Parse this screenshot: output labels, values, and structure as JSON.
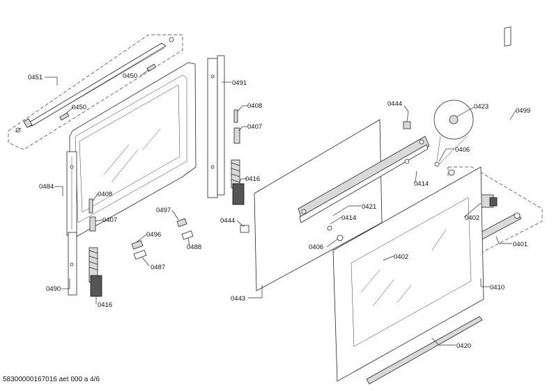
{
  "footer": {
    "text": "58300000167016 aet 000 a 4/6"
  },
  "labels": {
    "l0451": "0451",
    "l0450a": "0450",
    "l0450b": "0450",
    "l0491": "0491",
    "l0408a": "0408",
    "l0407a": "0407",
    "l0416a": "0416",
    "l0484": "0484",
    "l0408b": "0408",
    "l0407b": "0407",
    "l0490": "0490",
    "l0416b": "0416",
    "l0497": "0497",
    "l0496": "0496",
    "l0488": "0488",
    "l0487": "0487",
    "l0444a": "0444",
    "l0443": "0443",
    "l0444b": "0444",
    "l0423": "0423",
    "l0499": "0499",
    "l0406a": "0406",
    "l0414a": "0414",
    "l0421": "0421",
    "l0414b": "0414",
    "l0406b": "0406",
    "l0402a": "0402",
    "l0402b": "0402",
    "l0401": "0401",
    "l0410": "0410",
    "l0420": "0420"
  }
}
